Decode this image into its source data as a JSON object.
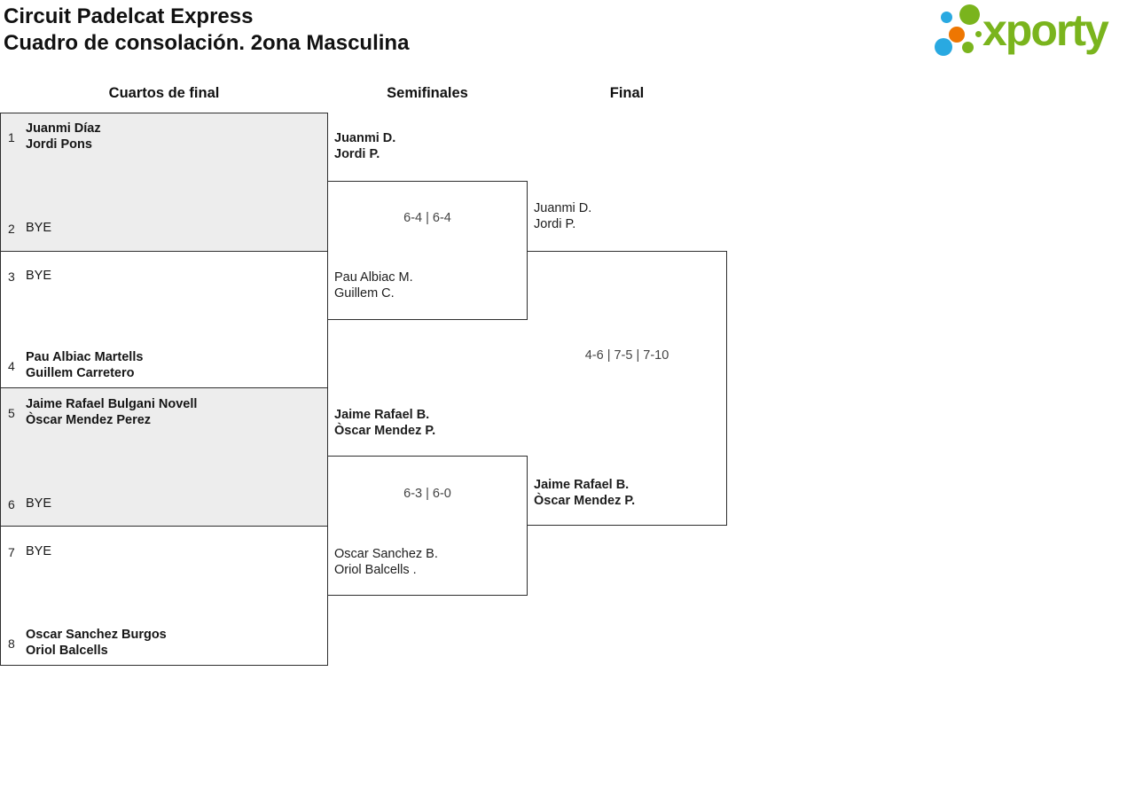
{
  "header": {
    "title_line1": "Circuit Padelcat Express",
    "title_line2": "Cuadro de consolación. 2ona Masculina"
  },
  "logo": {
    "text": "xporty"
  },
  "round_headers": {
    "quarterfinals": "Cuartos de final",
    "semifinals": "Semifinales",
    "final": "Final"
  },
  "colors": {
    "logo_green": "#7ab41d",
    "logo_blue": "#29a9e1",
    "logo_orange": "#ee7601",
    "block_gray": "#ededed",
    "line": "#2e2e2e"
  },
  "bracket": {
    "quarterfinals": [
      {
        "top": {
          "seed": "1",
          "lines": [
            "Juanmi Díaz",
            "Jordi Pons"
          ],
          "winner": true
        },
        "bottom": {
          "seed": "2",
          "lines": [
            "BYE"
          ],
          "winner": false
        }
      },
      {
        "top": {
          "seed": "3",
          "lines": [
            "BYE"
          ],
          "winner": false
        },
        "bottom": {
          "seed": "4",
          "lines": [
            "Pau Albiac Martells",
            "Guillem Carretero"
          ],
          "winner": true
        }
      },
      {
        "top": {
          "seed": "5",
          "lines": [
            "Jaime Rafael Bulgani Novell",
            "Òscar Mendez Perez"
          ],
          "winner": true
        },
        "bottom": {
          "seed": "6",
          "lines": [
            "BYE"
          ],
          "winner": false
        }
      },
      {
        "top": {
          "seed": "7",
          "lines": [
            "BYE"
          ],
          "winner": false
        },
        "bottom": {
          "seed": "8",
          "lines": [
            "Oscar Sanchez Burgos",
            "Oriol Balcells"
          ],
          "winner": true
        }
      }
    ],
    "semifinals": [
      {
        "score": "6-4 | 6-4",
        "top": {
          "lines": [
            "Juanmi D.",
            "Jordi P."
          ],
          "winner": true
        },
        "bottom": {
          "lines": [
            "Pau Albiac M.",
            "Guillem C."
          ],
          "winner": false
        }
      },
      {
        "score": "6-3 | 6-0",
        "top": {
          "lines": [
            "Jaime Rafael B.",
            "Òscar Mendez P."
          ],
          "winner": true
        },
        "bottom": {
          "lines": [
            "Oscar Sanchez B.",
            "Oriol Balcells ."
          ],
          "winner": false
        }
      }
    ],
    "final": {
      "score": "4-6 | 7-5 | 7-10",
      "top": {
        "lines": [
          "Juanmi D.",
          "Jordi P."
        ],
        "winner": false
      },
      "bottom": {
        "lines": [
          "Jaime Rafael B.",
          "Òscar Mendez P."
        ],
        "winner": true
      }
    }
  }
}
